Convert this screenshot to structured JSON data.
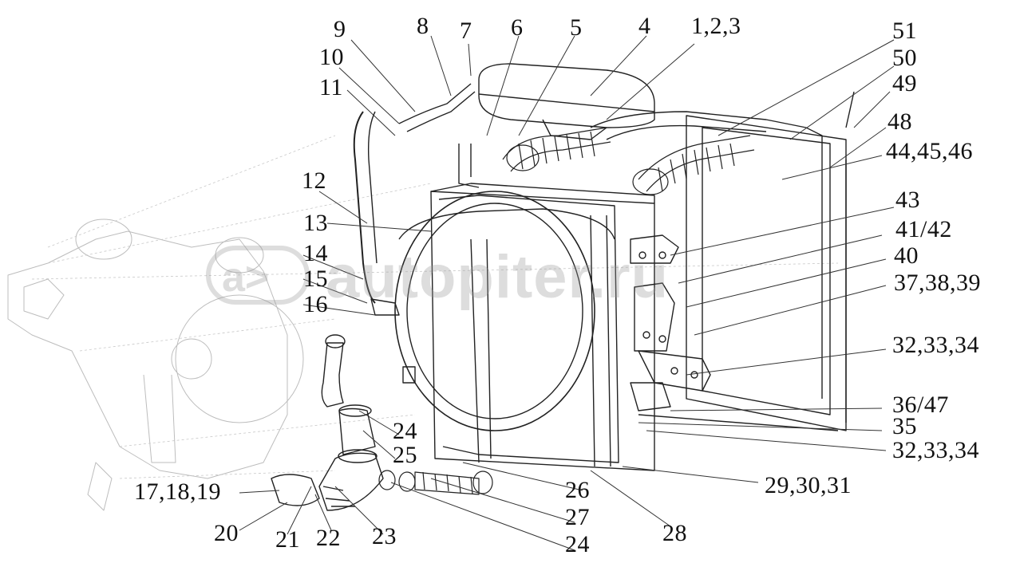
{
  "watermark": {
    "logo_text": "a>",
    "text": "autopiter.ru"
  },
  "callouts": [
    "9",
    "10",
    "11",
    "8",
    "7",
    "6",
    "5",
    "4",
    "1,2,3",
    "51",
    "50",
    "49",
    "48",
    "44,45,46",
    "43",
    "41/42",
    "40",
    "37,38,39",
    "32,33,34",
    "36/47",
    "35",
    "32,33,34",
    "29,30,31",
    "28",
    "24",
    "27",
    "26",
    "25",
    "24",
    "23",
    "22",
    "21",
    "20",
    "17,18,19",
    "16",
    "15",
    "14",
    "13",
    "12"
  ]
}
